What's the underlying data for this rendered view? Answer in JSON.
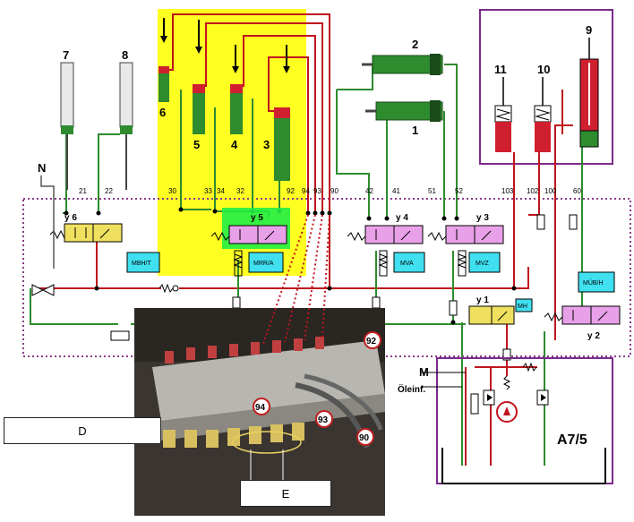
{
  "pistons": {
    "p1": "1",
    "p2": "2",
    "p3": "3",
    "p4": "4",
    "p5": "5",
    "p6": "6",
    "p7": "7",
    "p8": "8",
    "p9": "9",
    "p10": "10",
    "p11": "11"
  },
  "valves": {
    "y1": "y 1",
    "y2": "y 2",
    "y3": "y 3",
    "y4": "y 4",
    "y5": "y 5",
    "y6": "y 6"
  },
  "valve_boxes": {
    "mbht": "MBH/T",
    "mrra": "MRR/A",
    "mva": "MVA",
    "mvz": "MVZ",
    "mh": "MH",
    "mubh": "MÜB/H"
  },
  "ports": [
    "21",
    "22",
    "30",
    "33",
    "34",
    "32",
    "92",
    "94",
    "93",
    "90",
    "42",
    "41",
    "51",
    "52",
    "103",
    "102",
    "100",
    "60"
  ],
  "labels": {
    "n": "N",
    "m": "M",
    "oleinf": "Öleinf.",
    "unit": "A7/5"
  },
  "photo_markers": {
    "m92": "92",
    "m94": "94",
    "m93": "93",
    "m90": "90"
  },
  "callouts": {
    "d": "D",
    "e": "E"
  },
  "colors": {
    "pressure_line": "#c0141c",
    "return_line": "#2e8b2e",
    "valve_body": "#e8a0e8",
    "valve_body_y1_y6": "#f0e060",
    "info_box": "#40e0f0",
    "zone_highlight": "#ffff22",
    "frame_purple": "#7a2a8a"
  }
}
